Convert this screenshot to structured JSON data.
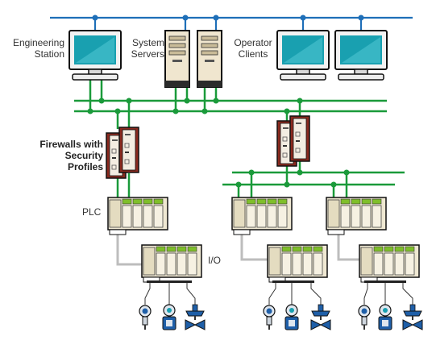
{
  "labels": {
    "engineering_station": "Engineering\nStation",
    "system_servers": "System\nServers",
    "operator_clients": "Operator\nClients",
    "firewalls": "Firewalls with\nSecurity\nProfiles",
    "plc": "PLC",
    "io": "I/O"
  },
  "colors": {
    "network_blue": "#1e6fb8",
    "network_green": "#1a9a3a",
    "screen_teal": "#19a0b0",
    "server_beige": "#f0e6cf",
    "firewall_red": "#8a2a1f",
    "module_green": "#7fbf2a",
    "valve_blue": "#1f5fa8",
    "cable_gray": "#bdbdbd"
  },
  "icons": [
    "monitor-icon",
    "server-icon",
    "firewall-icon",
    "plc-rack-icon",
    "io-rack-icon",
    "transmitter-icon",
    "flowmeter-icon",
    "valve-icon"
  ]
}
